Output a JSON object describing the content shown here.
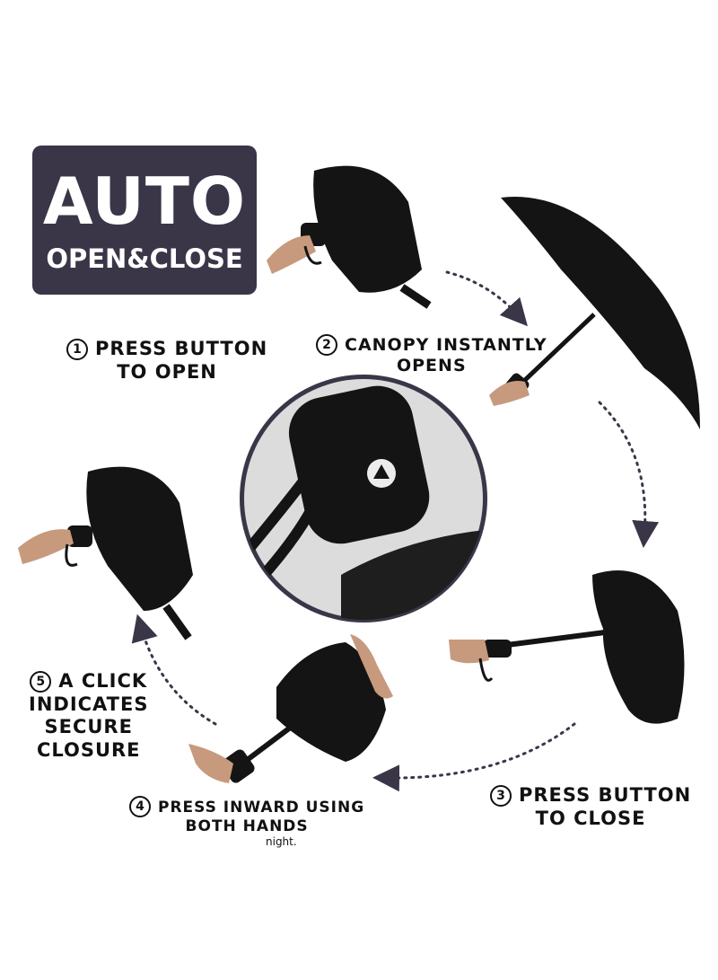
{
  "badge": {
    "title": "AUTO",
    "subtitle": "OPEN&CLOSE"
  },
  "steps": [
    {
      "number": "1",
      "lines": [
        "PRESS BUTTON",
        "TO OPEN"
      ]
    },
    {
      "number": "2",
      "lines": [
        "CANOPY INSTANTLY",
        "OPENS"
      ]
    },
    {
      "number": "3",
      "lines": [
        "PRESS BUTTON",
        "TO CLOSE"
      ]
    },
    {
      "number": "4",
      "lines": [
        "PRESS INWARD USING",
        "BOTH HANDS"
      ]
    },
    {
      "number": "5",
      "lines": [
        "A CLICK",
        "INDICATES",
        "SECURE",
        "CLOSURE"
      ]
    }
  ],
  "watermark": "night.",
  "colors": {
    "badge_bg": "#3a3648",
    "arrow": "#3a3648",
    "canopy": "#141414"
  }
}
